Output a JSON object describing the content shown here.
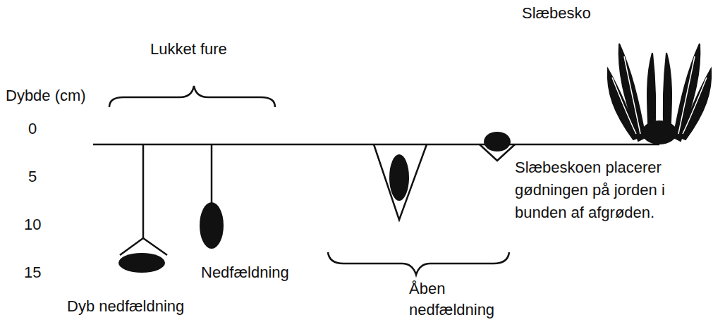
{
  "diagram": {
    "labels": [
      "Slæbesko",
      "Lukket fure",
      "Dybde (cm)",
      "0",
      "5",
      "10",
      "15",
      "Slæbeskoen placerer gødningen på jorden i bunden af afgrøden.",
      "Nedfældning",
      "Åben nedfældning",
      "Dyb nedfældning"
    ]
  }
}
